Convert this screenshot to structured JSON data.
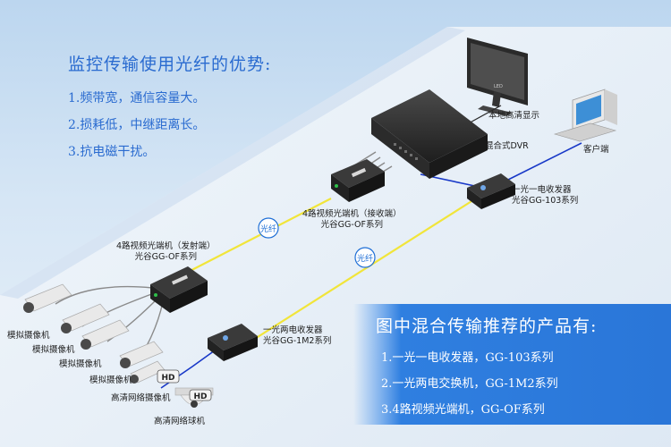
{
  "advantages": {
    "title": "监控传输使用光纤的优势:",
    "items": [
      "1.频带宽，通信容量大。",
      "2.损耗低，中继距离长。",
      "3.抗电磁干扰。"
    ]
  },
  "products": {
    "title": "图中混合传输推荐的产品有:",
    "items": [
      "1.一光一电收发器，GG-103系列",
      "2.一光两电交换机，GG-1M2系列",
      "3.4路视频光端机，GG-OF系列"
    ]
  },
  "devices": {
    "monitor": "本地高清显示",
    "dvr": "混合式DVR",
    "client": "客户端",
    "receiver": [
      "4路视频光端机（接收端）",
      "光谷GG-OF系列"
    ],
    "transmitter": [
      "4路视频光端机（发射端）",
      "光谷GG-OF系列"
    ],
    "converter_103": [
      "一光一电收发器",
      "光谷GG-103系列"
    ],
    "converter_1m2": [
      "一光两电收发器",
      "光谷GG-1M2系列"
    ],
    "analog_camera": "模拟摄像机",
    "hd_camera": "高清网络摄像机",
    "hd_dome": "高清网络球机",
    "hd_badge": "HD",
    "monitor_brand": "LED"
  },
  "fiber_badge": [
    "光",
    "纤"
  ],
  "colors": {
    "title_blue": "#2a6bd0",
    "fiber_line": "#f1e53a",
    "network_line": "#1838c8",
    "video_cable": "#8a8a8a",
    "products_panel": "#2f7fe0"
  }
}
